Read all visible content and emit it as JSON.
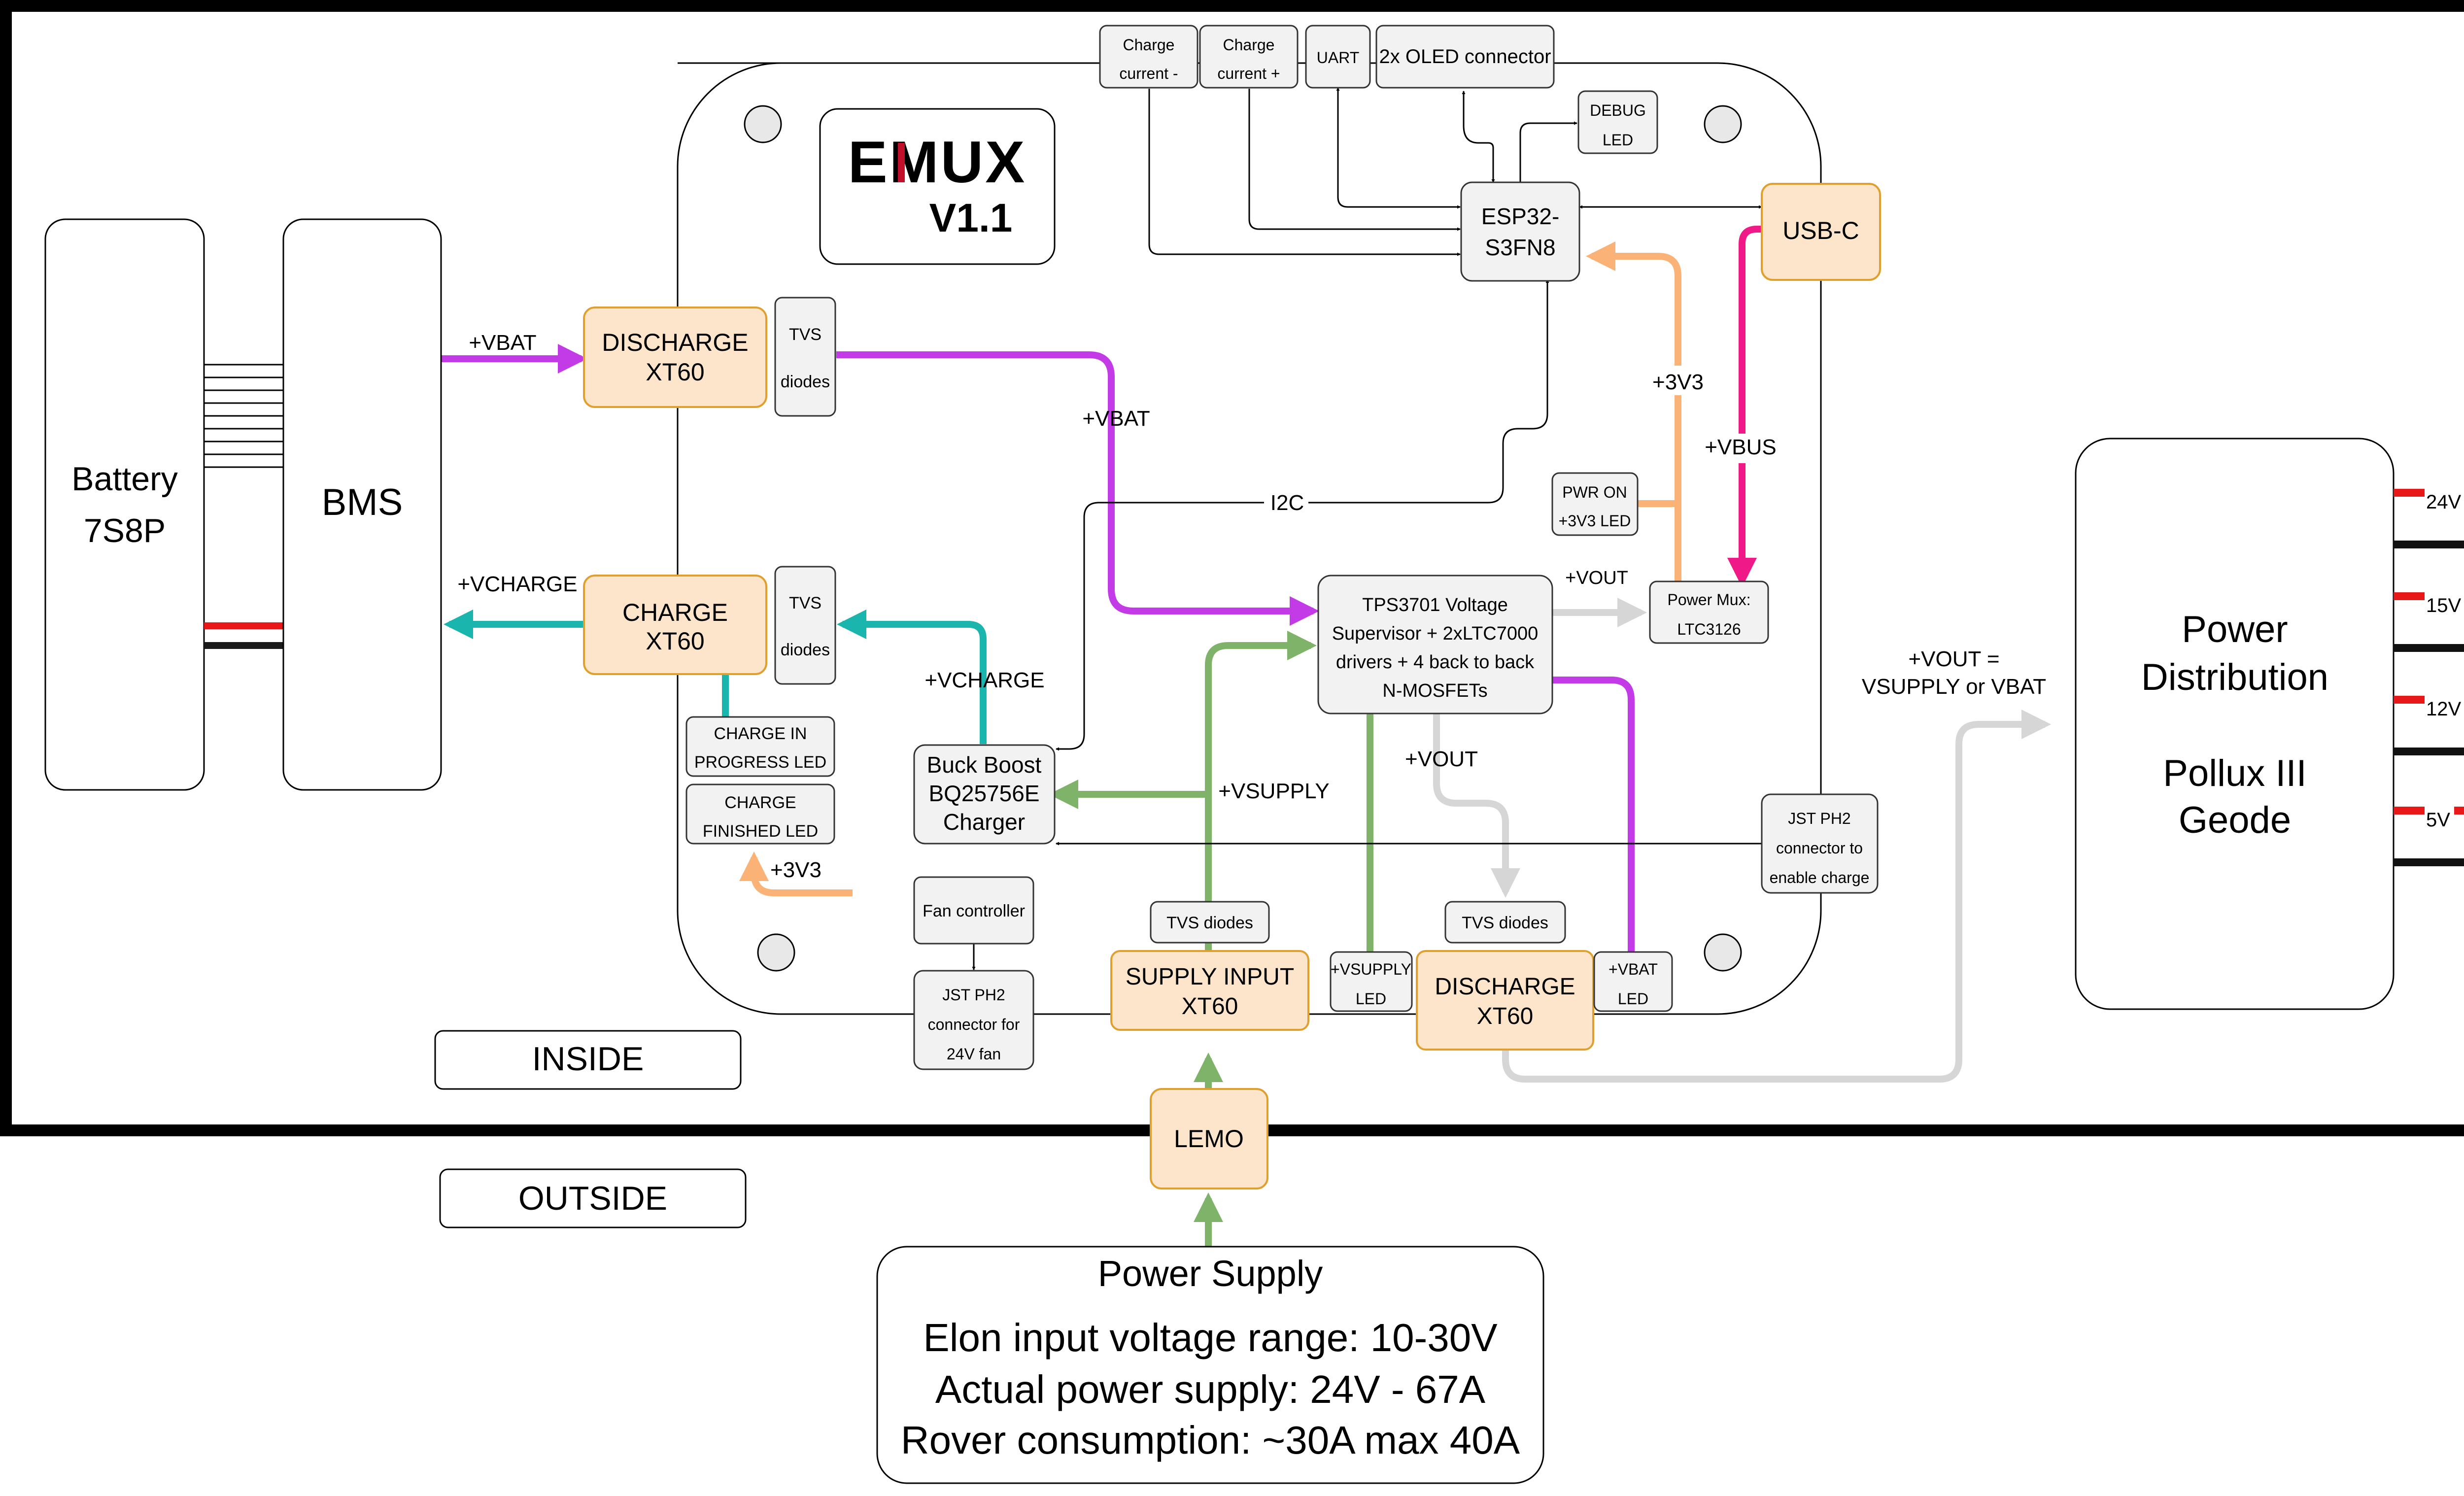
{
  "zones": {
    "inside": "INSIDE",
    "outside": "OUTSIDE"
  },
  "battery": {
    "line1": "Battery",
    "line2": "7S8P"
  },
  "bms": "BMS",
  "logo": {
    "brand": "EMUX",
    "version": "V1.1"
  },
  "connectors": {
    "discharge_in": {
      "line1": "DISCHARGE",
      "line2": "XT60"
    },
    "charge": {
      "line1": "CHARGE",
      "line2": "XT60"
    },
    "supply_input": {
      "line1": "SUPPLY INPUT",
      "line2": "XT60"
    },
    "discharge_out": {
      "line1": "DISCHARGE",
      "line2": "XT60"
    },
    "usb_c": "USB-C",
    "lemo": "LEMO"
  },
  "components": {
    "tvs_top": {
      "line1": "TVS",
      "line2": "diodes"
    },
    "tvs_charge": {
      "line1": "TVS",
      "line2": "diodes"
    },
    "charge_current_minus": {
      "line1": "Charge",
      "line2": "current -"
    },
    "charge_current_plus": {
      "line1": "Charge",
      "line2": "current +"
    },
    "uart": "UART",
    "oled": "2x OLED connector",
    "debug_led": {
      "line1": "DEBUG",
      "line2": "LED"
    },
    "esp32": {
      "line1": "ESP32-",
      "line2": "S3FN8"
    },
    "pwr_on_led": {
      "line1": "PWR ON",
      "line2": "+3V3 LED"
    },
    "power_mux": {
      "line1": "Power Mux:",
      "line2": "LTC3126"
    },
    "tps": {
      "line1": "TPS3701 Voltage",
      "line2": "Supervisor + 2xLTC7000",
      "line3": "drivers + 4 back to back",
      "line4": "N-MOSFETs"
    },
    "charge_in_progress_led": {
      "line1": "CHARGE IN",
      "line2": "PROGRESS LED"
    },
    "charge_finished_led": {
      "line1": "CHARGE",
      "line2": "FINISHED LED"
    },
    "buck_boost": {
      "line1": "Buck Boost",
      "line2": "BQ25756E",
      "line3": "Charger"
    },
    "fan_controller": "Fan controller",
    "jst_fan": {
      "line1": "JST PH2",
      "line2": "connector for",
      "line3": "24V fan"
    },
    "tvs_supply": "TVS diodes",
    "tvs_discharge": "TVS diodes",
    "vsupply_led": {
      "line1": "+VSUPPLY",
      "line2": "LED"
    },
    "vbat_led": {
      "line1": "+VBAT",
      "line2": "LED"
    },
    "jst_charge": {
      "line1": "JST PH2",
      "line2": "connector to",
      "line3": "enable charge"
    }
  },
  "power_distribution": {
    "line1": "Power",
    "line2": "Distribution",
    "line3": "Pollux III",
    "line4": "Geode",
    "rails": [
      "24V",
      "15V",
      "12V",
      "5V"
    ]
  },
  "power_supply": {
    "title": "Power Supply",
    "line1": "Elon input voltage range: 10-30V",
    "line2": "Actual power supply: 24V - 67A",
    "line3": "Rover consumption: ~30A max 40A"
  },
  "signals": {
    "vbat_bms": "+VBAT",
    "vcharge_bms": "+VCHARGE",
    "vbat_main": "+VBAT",
    "i2c": "I2C",
    "v3v3_top": "+3V3",
    "vbus": "+VBUS",
    "vout_mux": "+VOUT",
    "vcharge_buck": "+VCHARGE",
    "vsupply": "+VSUPPLY",
    "vout_down": "+VOUT",
    "vout_eq1": "+VOUT =",
    "vout_eq2": "VSUPPLY or VBAT",
    "v3v3_leds": "+3V3"
  },
  "colors": {
    "purple": "#c33be6",
    "teal": "#1ab5ac",
    "green": "#7fb36a",
    "orange": "#fbb277",
    "magenta": "#ef1a87",
    "gray": "#d6d6d6",
    "connector_fill": "#fde5cb",
    "connector_stroke": "#e0a030",
    "component_fill": "#f2f2f2",
    "logo_red": "#c0102a"
  }
}
